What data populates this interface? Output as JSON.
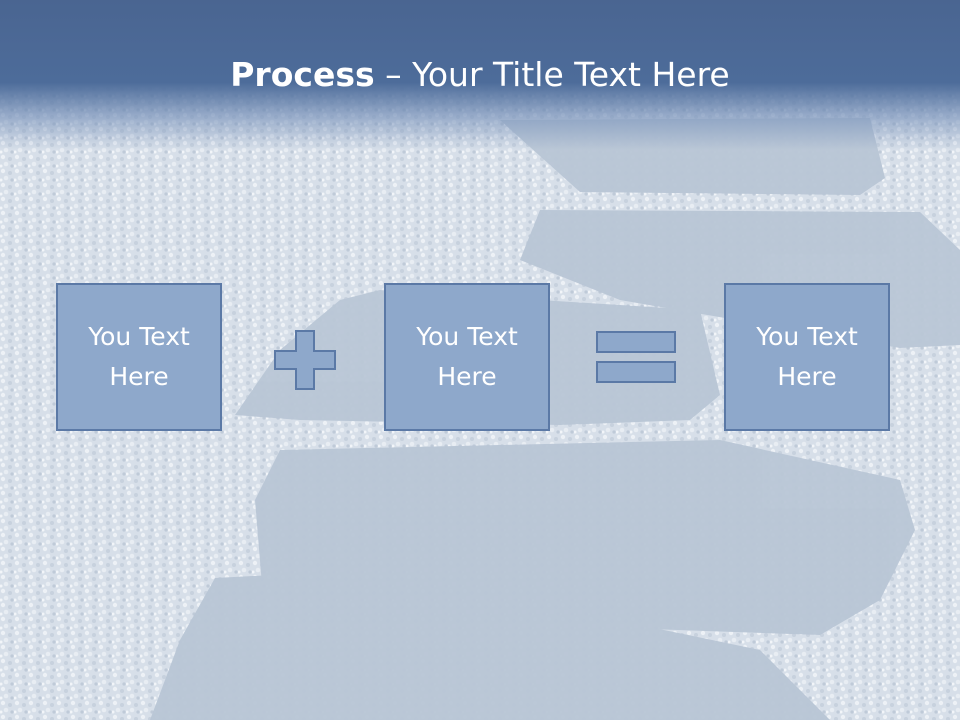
{
  "slide": {
    "title_bold": "Process",
    "title_rest": " – Your Title Text Here",
    "boxes": [
      {
        "text": "You Text\nHere"
      },
      {
        "text": "You Text\nHere"
      },
      {
        "text": "You Text\nHere"
      }
    ],
    "operators": [
      "plus-icon",
      "equals-icon"
    ],
    "colors": {
      "header": "#4d6c9a",
      "box_fill": "#8ea8cb",
      "box_border": "#5b79a6",
      "text": "#ffffff"
    }
  }
}
